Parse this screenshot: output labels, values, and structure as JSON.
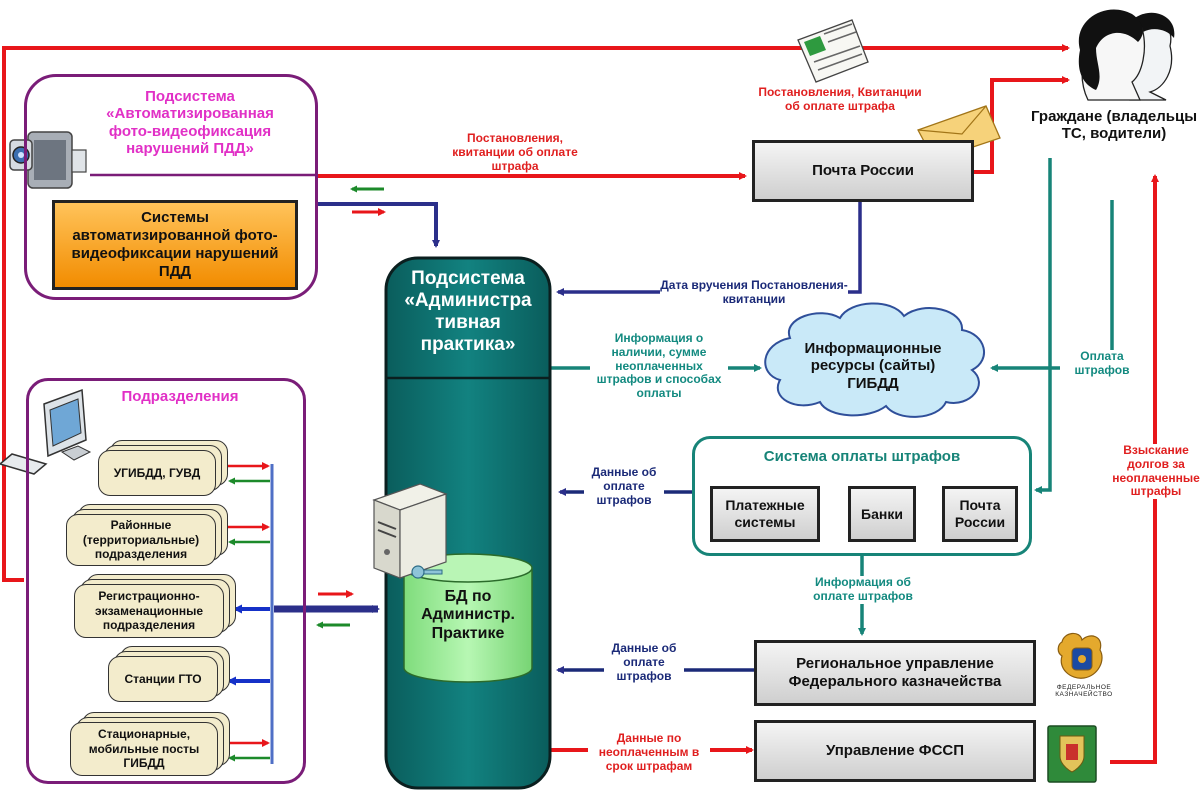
{
  "subsystem_foto": {
    "title": "Подсистема «Автоматизированная фото-видеофиксация нарушений ПДД»",
    "system_box": "Системы автоматизированной фото-видеофиксации нарушений ПДД"
  },
  "admin": {
    "title": "Подсистема «Администра тивная практика»",
    "db_label": "БД по Администр. Практике"
  },
  "post": {
    "label": "Почта России"
  },
  "citizens": {
    "label": "Граждане (владельцы ТС, водители)"
  },
  "info_resources": {
    "label": "Информационные ресурсы (сайты) ГИБДД"
  },
  "payment_system": {
    "title": "Система оплаты штрафов",
    "items": [
      "Платежные системы",
      "Банки",
      "Почта России"
    ]
  },
  "treasury": {
    "label": "Региональное управление Федерального казначейства",
    "logo_text": "ФЕДЕРАЛЬНОЕ КАЗНАЧЕЙСТВО"
  },
  "fssp": {
    "label": "Управление ФССП"
  },
  "divisions": {
    "title": "Подразделения",
    "items": [
      "УГИБДД, ГУВД",
      "Районные (территориальные) подразделения",
      "Регистрационно-экзаменационные подразделения",
      "Станции ГТО",
      "Стационарные, мобильные посты ГИБДД"
    ]
  },
  "flows": {
    "resolutions_to_post": "Постановления, квитанции об оплате штрафа",
    "resolutions_to_citizens": "Постановления, Квитанции об оплате штрафа",
    "delivery_date": "Дата вручения Постановления-квитанции",
    "unpaid_info": "Информация о наличии, сумме неоплаченных штрафов и способах оплаты",
    "payment": "Оплата штрафов",
    "payment_data_1": "Данные об оплате штрафов",
    "payment_info": "Информация об оплате штрафов",
    "payment_data_2": "Данные об оплате штрафов",
    "unpaid_data": "Данные по неоплаченным в срок штрафам",
    "debt_collection": "Взыскание долгов за неоплаченные штрафы"
  },
  "colors": {
    "red": "#e8161a",
    "navy": "#2b2f8a",
    "teal": "#178478",
    "purple": "#7a1d78",
    "admin_fill": "#0d6e6b",
    "db_fill": "#9cf09a",
    "orange": "#f79a12",
    "cloud": "#c9e9f8"
  }
}
